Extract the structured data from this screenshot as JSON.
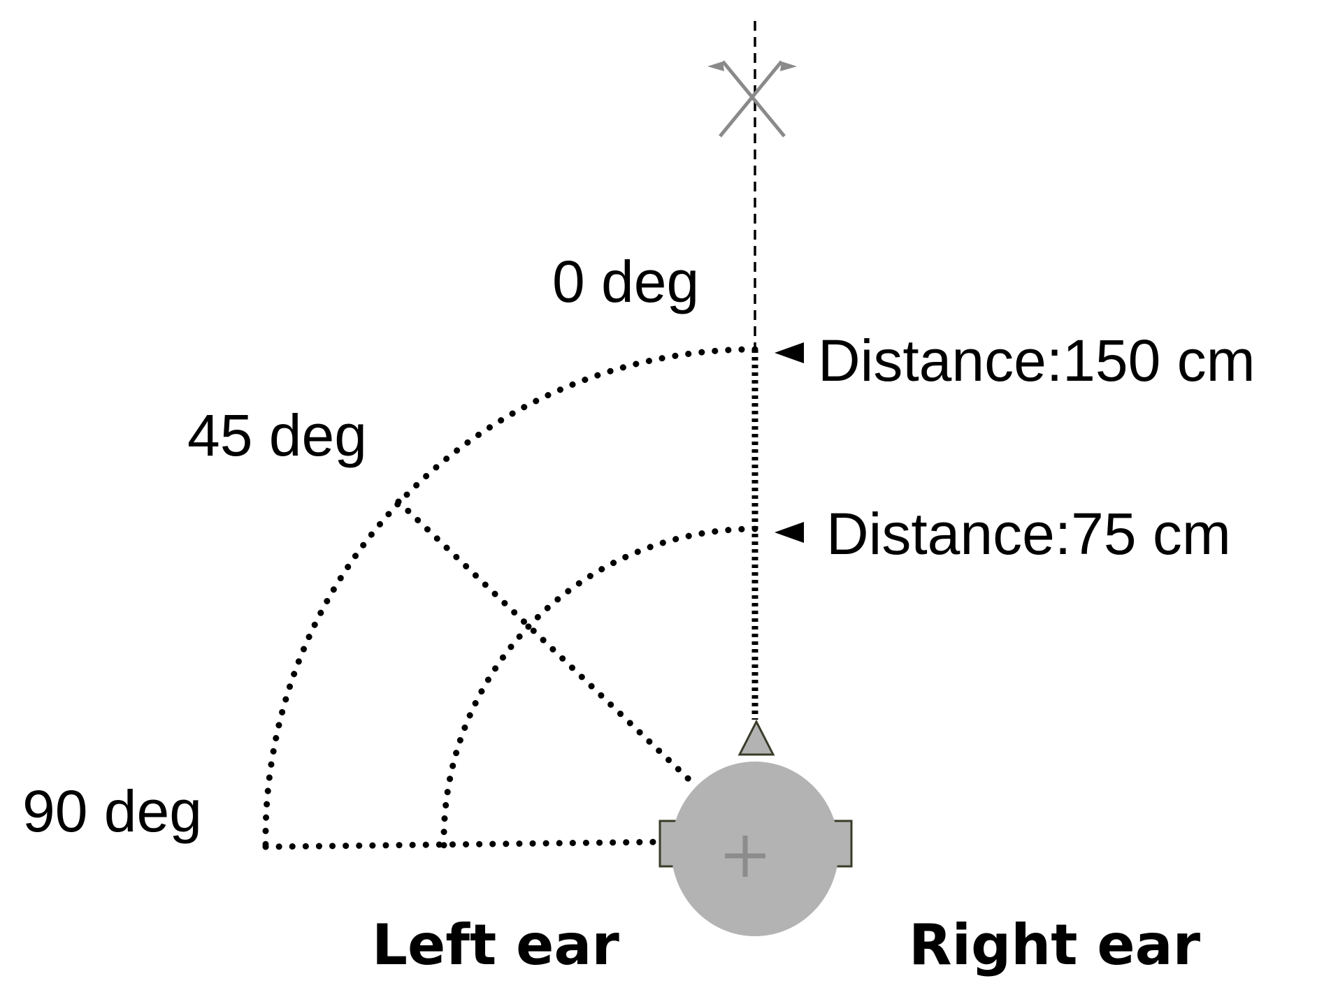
{
  "diagram": {
    "angles": [
      {
        "label": "0 deg"
      },
      {
        "label": "45 deg"
      },
      {
        "label": "90 deg"
      }
    ],
    "distances": [
      {
        "label": "Distance:150 cm"
      },
      {
        "label": "Distance:75 cm"
      }
    ],
    "ears": {
      "left": "Left ear",
      "right": "Right ear"
    },
    "colors": {
      "line": "#000000",
      "head": "#b3b3b3",
      "head_outline": "#3b3b2a",
      "flag": "#8a8a8a",
      "fixation": "#8c8c8c"
    },
    "icons": {
      "sound_source": "crossed-flags-icon",
      "listener": "head-top-view-icon",
      "fixation": "plus-icon",
      "pointer": "triangle-pointer-icon"
    }
  }
}
